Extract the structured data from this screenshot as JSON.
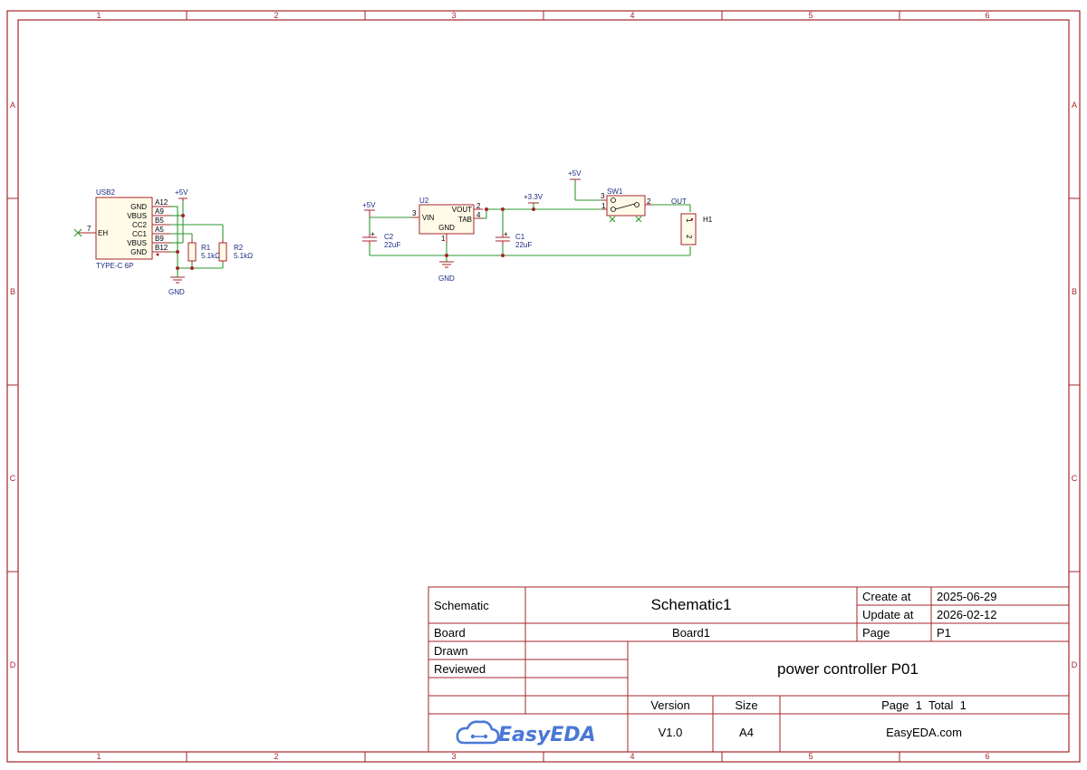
{
  "zones": {
    "columns": [
      "1",
      "2",
      "3",
      "4",
      "5",
      "6"
    ],
    "rows": [
      "A",
      "B",
      "C",
      "D"
    ]
  },
  "usb": {
    "ref": "USB2",
    "value": "TYPE-C 6P",
    "eh_pin": "7",
    "eh_label": "EH",
    "pins": [
      {
        "name": "GND",
        "num": "A12"
      },
      {
        "name": "VBUS",
        "num": "A9"
      },
      {
        "name": "CC2",
        "num": "B5"
      },
      {
        "name": "CC1",
        "num": "A5"
      },
      {
        "name": "VBUS",
        "num": "B9"
      },
      {
        "name": "GND",
        "num": "B12"
      }
    ]
  },
  "r1": {
    "ref": "R1",
    "value": "5.1kΩ"
  },
  "r2": {
    "ref": "R2",
    "value": "5.1kΩ"
  },
  "u2": {
    "ref": "U2",
    "vin": "VIN",
    "vout": "VOUT",
    "tab": "TAB",
    "gnd": "GND",
    "pin_vin": "3",
    "pin_vout": "2",
    "pin_tab": "4",
    "pin_gnd": "1"
  },
  "c2": {
    "ref": "C2",
    "value": "22uF"
  },
  "c1": {
    "ref": "C1",
    "value": "22uF"
  },
  "sw1": {
    "ref": "SW1",
    "pin3": "3",
    "pin1": "1",
    "pin2": "2"
  },
  "h1": {
    "ref": "H1",
    "pin1": "1",
    "pin2": "2"
  },
  "nets": {
    "p5v": "+5V",
    "p3v3": "+3.3V",
    "gnd": "GND",
    "out": "OUT"
  },
  "title_block": {
    "schematic_label": "Schematic",
    "schematic_value": "Schematic1",
    "create_label": "Create at",
    "create_value": "2025-06-29",
    "update_label": "Update at",
    "update_value": "2026-02-12",
    "board_label": "Board",
    "board_value": "Board1",
    "page_label": "Page",
    "page_value": "P1",
    "drawn_label": "Drawn",
    "reviewed_label": "Reviewed",
    "title": "power controller P01",
    "version_label": "Version",
    "size_label": "Size",
    "page_total": "Page  1  Total  1",
    "version_value": "V1.0",
    "size_value": "A4",
    "site": "EasyEDA.com",
    "logo_text": "EasyEDA"
  }
}
